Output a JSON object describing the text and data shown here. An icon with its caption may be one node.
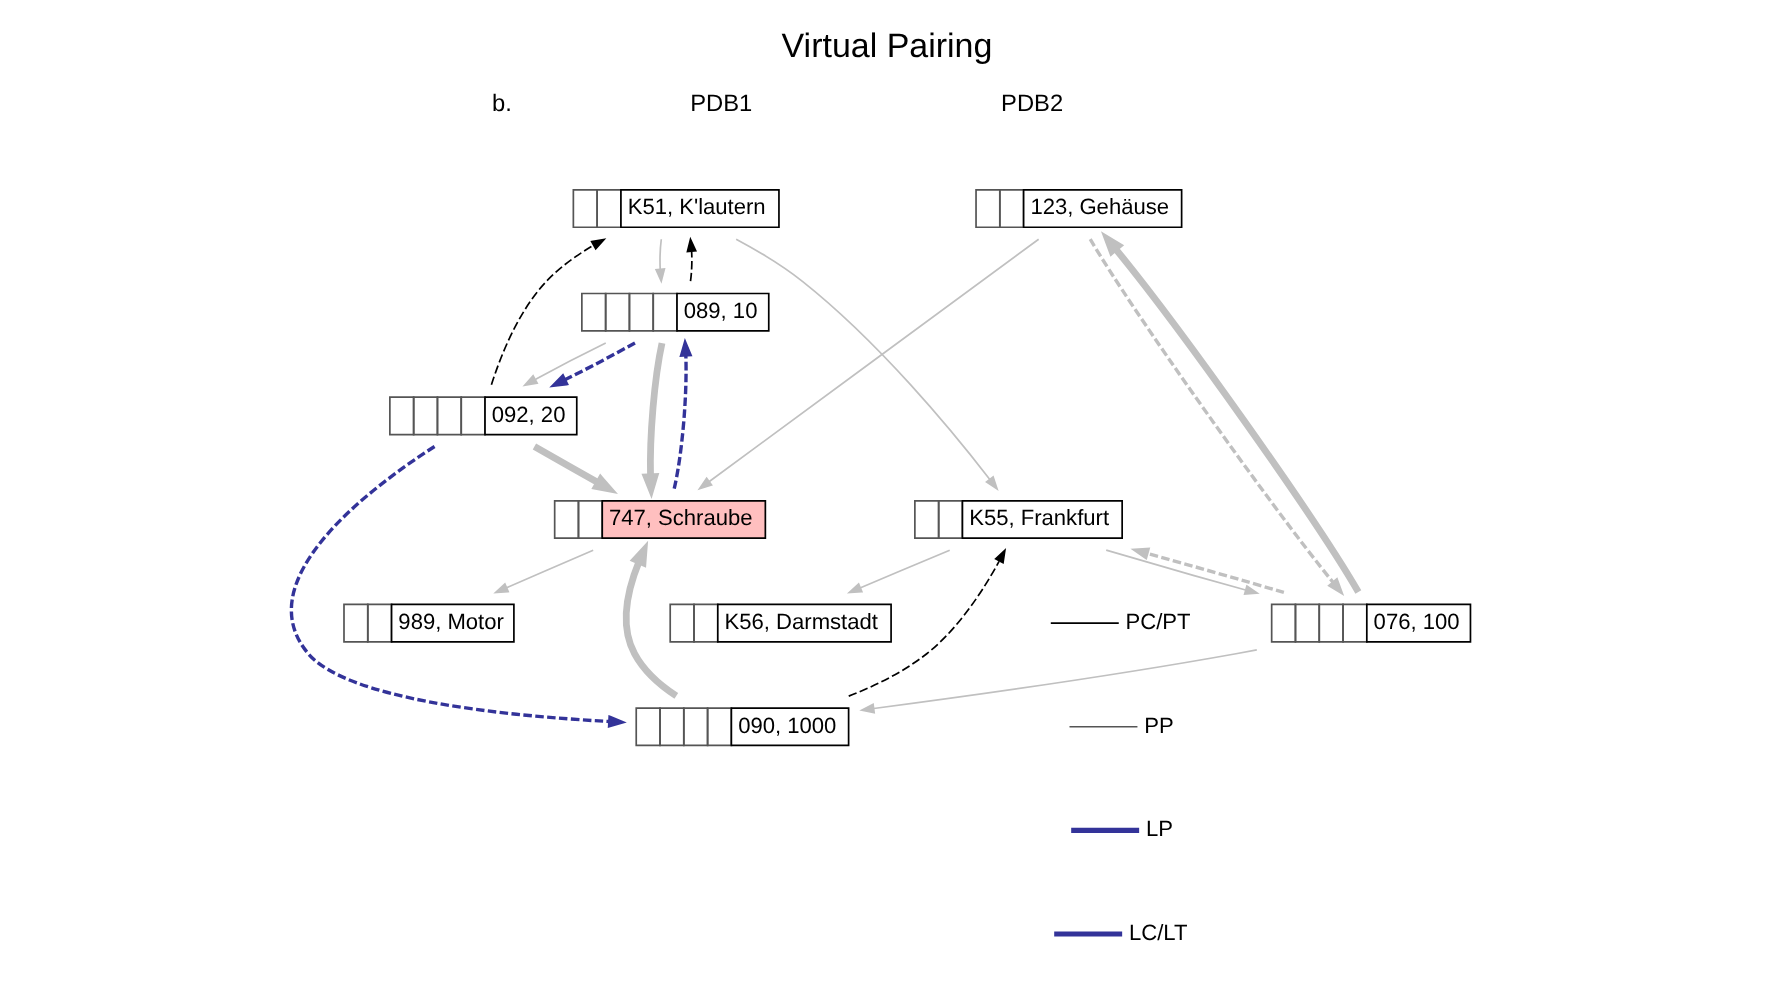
{
  "diagram": {
    "title": "Virtual Pairing",
    "nodes": [
      {
        "text": [
          "K51, K'lautern"
        ]
      },
      {
        "text": [
          "092, 20"
        ]
      },
      {
        "text": [
          "089, 10"
        ]
      },
      {
        "text": [
          "K55, Frankfurt"
        ]
      },
      {
        "text": [
          "090, 1000"
        ]
      },
      {
        "text": [
          "076, 100"
        ]
      },
      {
        "text": [
          "K56, Darmstadt"
        ]
      },
      {
        "text": [
          "123, Gehäuse"
        ]
      },
      {
        "text": [
          "747, Schraube"
        ]
      },
      {
        "text": [
          "989, Motor"
        ]
      }
    ],
    "edges": [
      {
        "from": 0,
        "to": 3,
        "arrow": "to"
      },
      {
        "from": 0,
        "to": 2,
        "arrow": "to"
      },
      {
        "from": 2,
        "to": 1,
        "arrow": "to"
      },
      {
        "from": 2,
        "to": 0,
        "arrow": "to",
        "style": "dashed",
        "color": "#000000"
      },
      {
        "from": 1,
        "to": 0,
        "arrow": "to",
        "style": "dashed",
        "color": "#000000"
      },
      {
        "from": 1,
        "to": 8,
        "arrow": "to",
        "style": "thick"
      },
      {
        "from": 1,
        "to": 4,
        "arrow": "to",
        "style": "dashed",
        "color": "#333399"
      },
      {
        "from": 2,
        "to": 1,
        "arrow": "to",
        "style": "dashed",
        "color": "#333399"
      },
      {
        "from": 8,
        "to": 2,
        "arrow": "to",
        "style": "dashed",
        "color": "#333399"
      },
      {
        "from": 2,
        "to": 8,
        "arrow": "to",
        "style": "thick"
      },
      {
        "from": 3,
        "to": 5,
        "arrow": "to"
      },
      {
        "from": 3,
        "to": 6,
        "arrow": "to"
      },
      {
        "from": 5,
        "to": 4,
        "arrow": "to"
      },
      {
        "from": 5,
        "to": 3,
        "arrow": "to",
        "style": "dashed"
      },
      {
        "from": 4,
        "to": 3,
        "arrow": "to",
        "style": "dashed",
        "color": "#000000"
      },
      {
        "from": 4,
        "to": 8,
        "arrow": "to",
        "style": "thick"
      },
      {
        "from": 5,
        "to": 7,
        "arrow": "to",
        "style": "thick"
      },
      {
        "from": 7,
        "to": 5,
        "arrow": "to",
        "style": "dashed"
      },
      {
        "from": 7,
        "to": 8,
        "arrow": "to"
      },
      {
        "from": 8,
        "to": 9,
        "arrow": "to"
      }
    ],
    "labels": [
      "b.",
      "PDB1",
      "PDB2"
    ],
    "legend": [
      {
        "text": "PC/PT"
      },
      {
        "text": "PP"
      },
      {
        "text": "LP"
      },
      {
        "text": "LC/LT"
      }
    ]
  }
}
